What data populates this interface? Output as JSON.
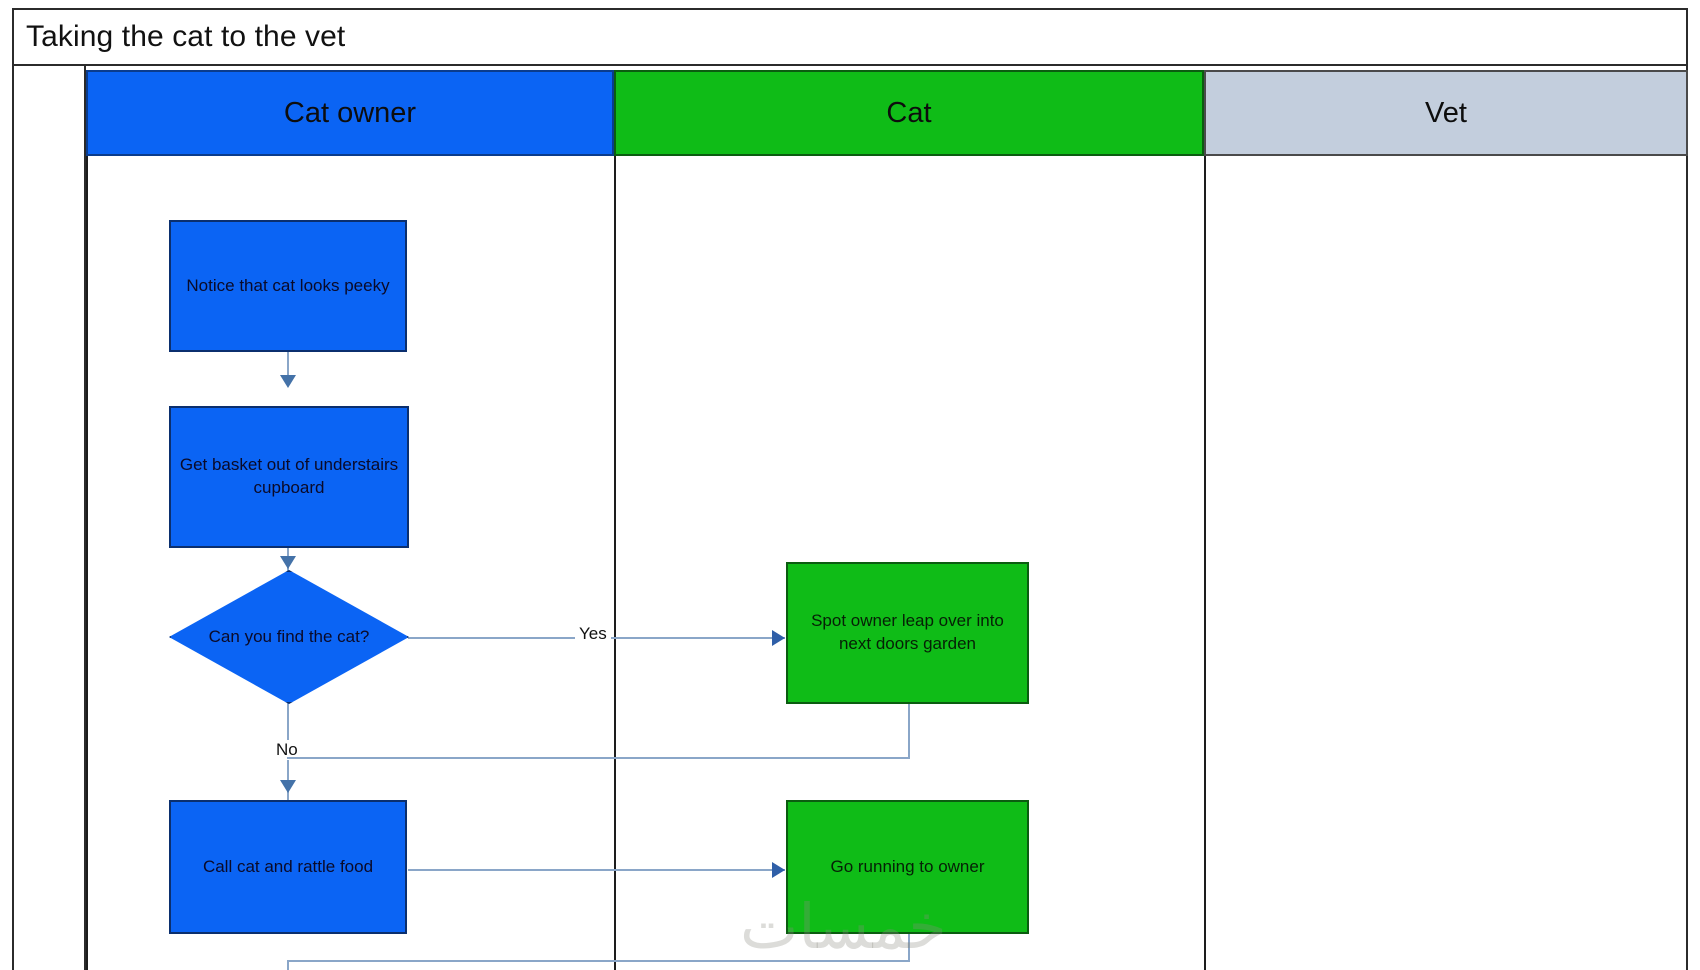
{
  "diagram": {
    "title": "Taking the cat to the vet",
    "type": "swimlane-flowchart",
    "colors": {
      "lane_cat_owner": "#0B64F4",
      "lane_cat": "#0FBC17",
      "lane_vet": "#C3CEDD",
      "connector": "#8AA6C8",
      "arrow": "#2F5FA8",
      "frame": "#2B2B2B"
    },
    "lanes": [
      {
        "id": "lane-cat-owner",
        "label": "Cat owner",
        "color": "#0B64F4"
      },
      {
        "id": "lane-cat",
        "label": "Cat",
        "color": "#0FBC17"
      },
      {
        "id": "lane-vet",
        "label": "Vet",
        "color": "#C3CEDD"
      }
    ],
    "nodes": [
      {
        "id": "notice-cat-peeky",
        "lane": "Cat owner",
        "shape": "process",
        "label": "Notice that cat looks peeky"
      },
      {
        "id": "get-basket",
        "lane": "Cat owner",
        "shape": "process",
        "label": "Get basket out of understairs cupboard"
      },
      {
        "id": "can-you-find-cat",
        "lane": "Cat owner",
        "shape": "decision",
        "label": "Can you find the cat?"
      },
      {
        "id": "spot-owner-leap",
        "lane": "Cat",
        "shape": "process",
        "label": "Spot owner leap over into next doors garden"
      },
      {
        "id": "call-cat-rattle-food",
        "lane": "Cat owner",
        "shape": "process",
        "label": "Call cat and rattle food"
      },
      {
        "id": "go-running-to-owner",
        "lane": "Cat",
        "shape": "process",
        "label": "Go running to owner"
      }
    ],
    "edges": [
      {
        "from": "notice-cat-peeky",
        "to": "get-basket",
        "label": ""
      },
      {
        "from": "get-basket",
        "to": "can-you-find-cat",
        "label": ""
      },
      {
        "from": "can-you-find-cat",
        "to": "spot-owner-leap",
        "label": "Yes"
      },
      {
        "from": "can-you-find-cat",
        "to": "call-cat-rattle-food",
        "label": "No"
      },
      {
        "from": "spot-owner-leap",
        "to": "call-cat-rattle-food",
        "label": ""
      },
      {
        "from": "call-cat-rattle-food",
        "to": "go-running-to-owner",
        "label": ""
      }
    ],
    "edge_labels": {
      "yes": "Yes",
      "no": "No"
    },
    "watermark": "خمسات"
  }
}
